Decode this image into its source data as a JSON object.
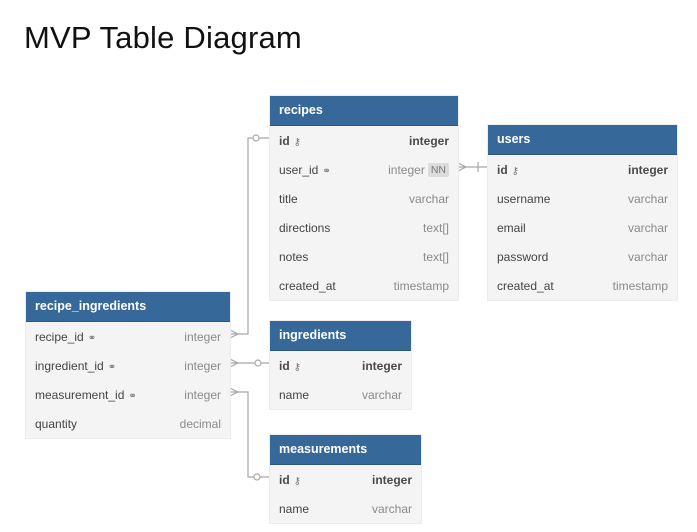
{
  "title": "MVP Table Diagram",
  "tables": {
    "recipes": {
      "name": "recipes",
      "fields": [
        {
          "name": "id",
          "type": "integer",
          "icon": "key-icon",
          "pk": true
        },
        {
          "name": "user_id",
          "type": "integer",
          "icon": "link-icon",
          "badge": "NN"
        },
        {
          "name": "title",
          "type": "varchar"
        },
        {
          "name": "directions",
          "type": "text[]"
        },
        {
          "name": "notes",
          "type": "text[]"
        },
        {
          "name": "created_at",
          "type": "timestamp"
        }
      ]
    },
    "users": {
      "name": "users",
      "fields": [
        {
          "name": "id",
          "type": "integer",
          "icon": "key-icon",
          "pk": true
        },
        {
          "name": "username",
          "type": "varchar"
        },
        {
          "name": "email",
          "type": "varchar"
        },
        {
          "name": "password",
          "type": "varchar"
        },
        {
          "name": "created_at",
          "type": "timestamp"
        }
      ]
    },
    "recipe_ingredients": {
      "name": "recipe_ingredients",
      "fields": [
        {
          "name": "recipe_id",
          "type": "integer",
          "icon": "link-icon"
        },
        {
          "name": "ingredient_id",
          "type": "integer",
          "icon": "link-icon"
        },
        {
          "name": "measurement_id",
          "type": "integer",
          "icon": "link-icon"
        },
        {
          "name": "quantity",
          "type": "decimal"
        }
      ]
    },
    "ingredients": {
      "name": "ingredients",
      "fields": [
        {
          "name": "id",
          "type": "integer",
          "icon": "key-icon",
          "pk": true
        },
        {
          "name": "name",
          "type": "varchar"
        }
      ]
    },
    "measurements": {
      "name": "measurements",
      "fields": [
        {
          "name": "id",
          "type": "integer",
          "icon": "key-icon",
          "pk": true
        },
        {
          "name": "name",
          "type": "varchar"
        }
      ]
    }
  },
  "colors": {
    "header": "#366999",
    "body": "#f4f4f4",
    "connector": "#a8a8a8"
  }
}
